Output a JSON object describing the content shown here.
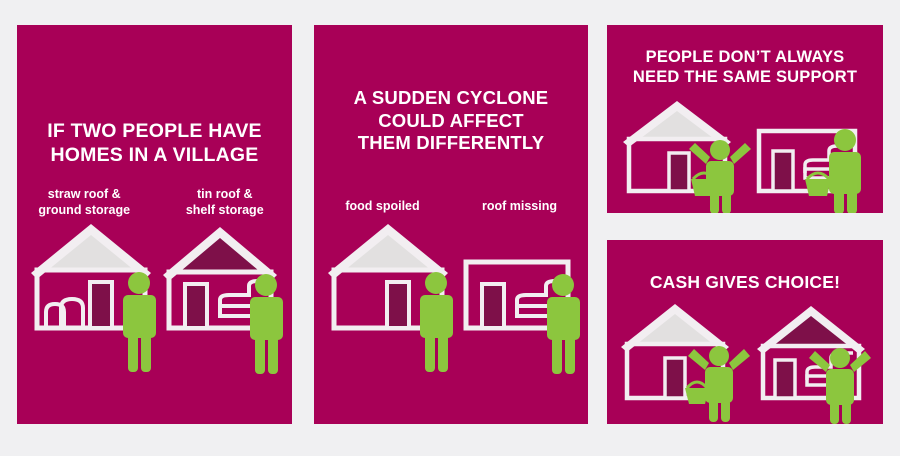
{
  "theme": {
    "background": "#f0f0f2",
    "panel_bg": "#a80057",
    "text": "#ffffff",
    "figure_green": "#8cc63e",
    "straw_roof": "#e2e0e0",
    "tin_roof": "#7e1049",
    "door": "#7e1049",
    "outline": "#f2eef1"
  },
  "panels": [
    {
      "id": "panel-1",
      "name": "if-two-people-have-homes",
      "headline": "IF TWO PEOPLE HAVE\nHOMES IN A VILLAGE",
      "sublabels": [
        "straw roof &\nground storage",
        "tin roof &\nshelf storage"
      ],
      "illustration": "two-houses-intact-straw-and-tin"
    },
    {
      "id": "panel-2",
      "name": "sudden-cyclone-affects-differently",
      "headline": "A SUDDEN CYCLONE\nCOULD AFFECT\nTHEM DIFFERENTLY",
      "sublabels": [
        "food spoiled",
        "roof missing"
      ],
      "illustration": "house-without-storage-and-house-without-roof"
    },
    {
      "id": "panel-3",
      "name": "people-dont-always-need-same-support",
      "headline": "PEOPLE DON’T ALWAYS\nNEED THE SAME SUPPORT",
      "sublabels": [],
      "illustration": "straw-house-with-basket-and-roofless-house-with-basket"
    },
    {
      "id": "panel-4",
      "name": "cash-gives-choice",
      "headline": "CASH GIVES CHOICE!",
      "sublabels": [],
      "illustration": "two-restored-houses-with-happy-people"
    }
  ]
}
